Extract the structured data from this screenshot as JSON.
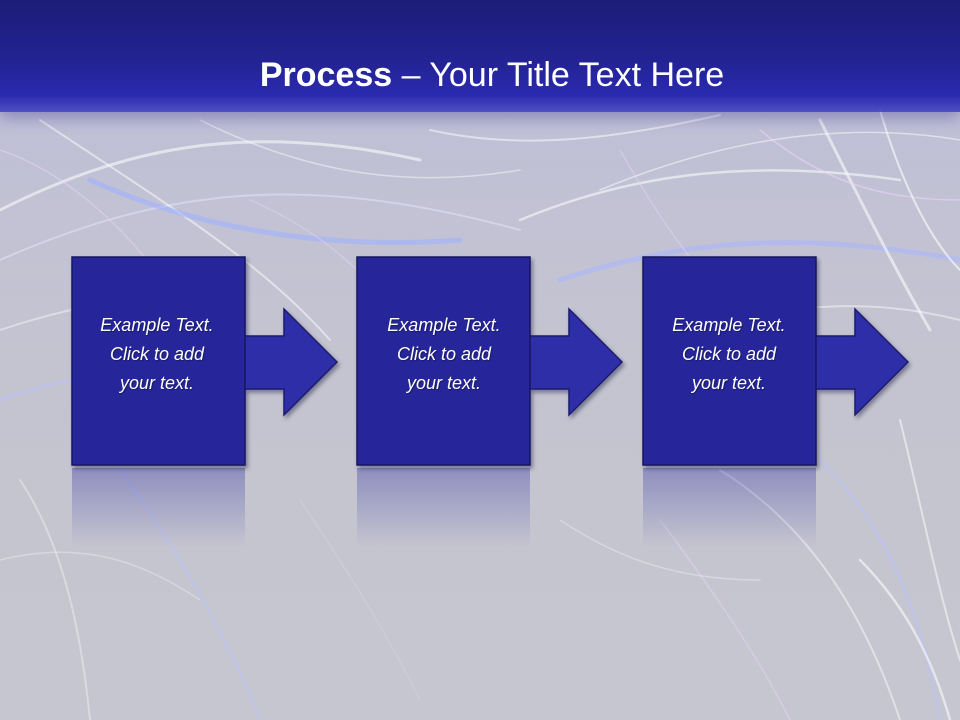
{
  "title": {
    "bold_part": "Process",
    "rest": " – Your Title Text Here"
  },
  "steps": [
    {
      "lines": [
        "Example Text.",
        "Click  to add",
        "your text."
      ]
    },
    {
      "lines": [
        "Example Text.",
        "Click  to add",
        "your text."
      ]
    },
    {
      "lines": [
        "Example Text.",
        "Click  to add",
        "your text."
      ]
    }
  ],
  "colors": {
    "title_band": "#232394",
    "box_fill": "#28289a",
    "arrow_fill": "#2d2da8",
    "background": "#c6c6d2",
    "text": "#ffffff"
  },
  "icons": [
    "right-arrow-icon",
    "right-arrow-icon",
    "right-arrow-icon"
  ]
}
